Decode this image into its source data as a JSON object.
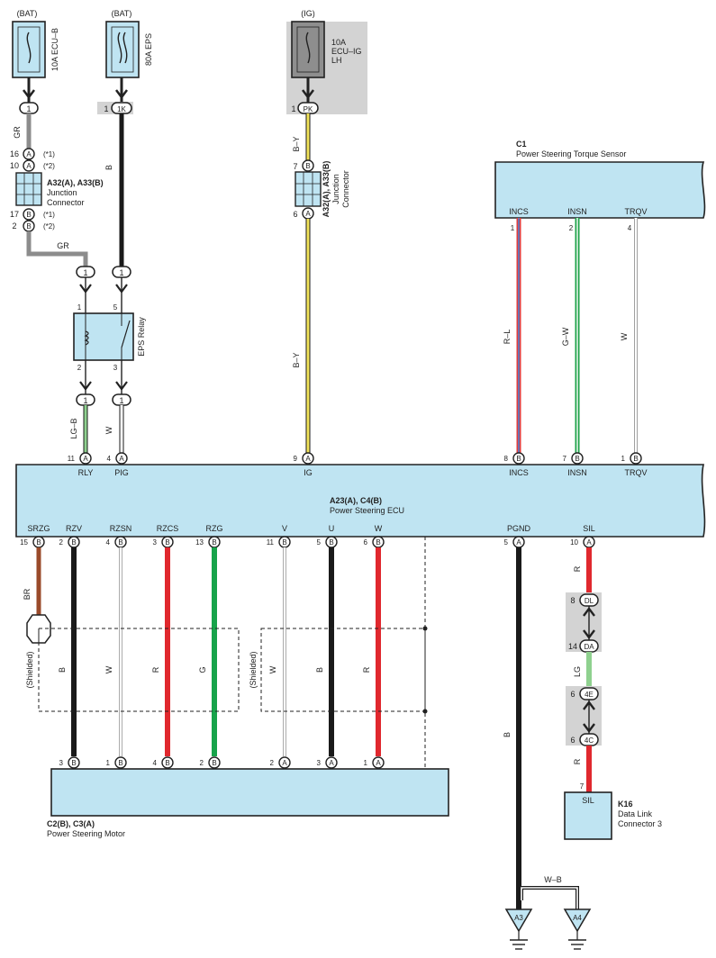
{
  "colors": {
    "box_fill": "#bfe4f2",
    "gray_bg": "#d3d3d3",
    "wire_gr": "#8c8c8c",
    "wire_b": "#1a1a1a",
    "wire_by": "#f2e35a",
    "wire_rl_red": "#e23c3c",
    "wire_rl_blue": "#4c7fd0",
    "wire_gw": "#1fa34a",
    "wire_r": "#e0282e",
    "wire_g": "#17a34a",
    "wire_br": "#9a4a2a",
    "wire_lg": "#8fd18f"
  },
  "sources": {
    "bat1": "(BAT)",
    "bat2": "(BAT)",
    "ig": "(IG)"
  },
  "fuses": {
    "f1": "10A ECU–B",
    "f2": "80A EPS",
    "f3_l1": "10A",
    "f3_l2": "ECU–IG",
    "f3_l3": "LH"
  },
  "pins": {
    "p1": "1",
    "p2": "1",
    "p2b": "1K",
    "p3": "1",
    "p3b": "PK",
    "j1_16": "16",
    "j1_16c": "A",
    "j1_16n": "(*1)",
    "j1_10": "10",
    "j1_10c": "A",
    "j1_10n": "(*2)",
    "j1_17": "17",
    "j1_17c": "B",
    "j1_17n": "(*1)",
    "j1_2": "2",
    "j1_2c": "B",
    "j1_2n": "(*2)",
    "j2_7": "7",
    "j2_7c": "B",
    "j2_6": "6",
    "j2_6c": "A",
    "r_c1": "1",
    "r_c2": "1",
    "r_c3": "1",
    "r_c4": "1",
    "r_1": "1",
    "r_5": "5",
    "r_2": "2",
    "r_3": "3",
    "c1_1": "1",
    "c1_2": "2",
    "c1_4": "4"
  },
  "junction": {
    "name": "A32(A), A33(B)",
    "sub1": "Junction",
    "sub2": "Connector"
  },
  "wires": {
    "gr1": "GR",
    "gr2": "GR",
    "b1": "B",
    "by1": "B–Y",
    "by2": "B–Y",
    "lgb": "LG–B",
    "w1": "W",
    "rl": "R–L",
    "gw": "G–W",
    "w2": "W",
    "br": "BR",
    "b_rzv": "B",
    "w_rzsn": "W",
    "r_rzcs": "R",
    "g_rzg": "G",
    "w_v": "W",
    "b_u": "B",
    "r_w": "R",
    "b_pgnd": "B",
    "r_sil1": "R",
    "lg": "LG",
    "r_sil2": "R",
    "wb": "W–B",
    "shielded1": "(Shielded)",
    "shielded2": "(Shielded)"
  },
  "relay": {
    "name": "EPS Relay"
  },
  "sensor": {
    "code": "C1",
    "name": "Power Steering Torque Sensor",
    "t1": "INCS",
    "t2": "INSN",
    "t3": "TRQV"
  },
  "ecu": {
    "code": "A23(A), C4(B)",
    "name": "Power Steering ECU",
    "top_pins": [
      {
        "num": "11",
        "conn": "A",
        "term": "RLY"
      },
      {
        "num": "4",
        "conn": "A",
        "term": "PIG"
      },
      {
        "num": "9",
        "conn": "A",
        "term": "IG"
      },
      {
        "num": "8",
        "conn": "B",
        "term": "INCS"
      },
      {
        "num": "7",
        "conn": "B",
        "term": "INSN"
      },
      {
        "num": "1",
        "conn": "B",
        "term": "TRQV"
      }
    ],
    "bottom_pins": [
      {
        "num": "15",
        "conn": "B",
        "term": "SRZG"
      },
      {
        "num": "2",
        "conn": "B",
        "term": "RZV"
      },
      {
        "num": "4",
        "conn": "B",
        "term": "RZSN"
      },
      {
        "num": "3",
        "conn": "B",
        "term": "RZCS"
      },
      {
        "num": "13",
        "conn": "B",
        "term": "RZG"
      },
      {
        "num": "11",
        "conn": "B",
        "term": "V"
      },
      {
        "num": "5",
        "conn": "B",
        "term": "U"
      },
      {
        "num": "6",
        "conn": "B",
        "term": "W"
      },
      {
        "num": "5",
        "conn": "A",
        "term": "PGND"
      },
      {
        "num": "10",
        "conn": "A",
        "term": "SIL"
      }
    ]
  },
  "motor": {
    "code": "C2(B), C3(A)",
    "name": "Power Steering Motor",
    "pins": [
      {
        "num": "3",
        "conn": "B",
        "term": "RZV"
      },
      {
        "num": "1",
        "conn": "B",
        "term": "RZSN"
      },
      {
        "num": "4",
        "conn": "B",
        "term": "RZCS"
      },
      {
        "num": "2",
        "conn": "B",
        "term": "RZG"
      },
      {
        "num": "2",
        "conn": "A",
        "term": "V"
      },
      {
        "num": "3",
        "conn": "A",
        "term": "U"
      },
      {
        "num": "1",
        "conn": "A",
        "term": "W"
      }
    ]
  },
  "dlc": {
    "code": "K16",
    "name1": "Data Link",
    "name2": "Connector 3",
    "term": "SIL",
    "pin": "7",
    "j1_num": "8",
    "j1_code": "DL",
    "j2_num": "14",
    "j2_code": "DA",
    "j3_num": "6",
    "j3_code": "4E",
    "j4_num": "6",
    "j4_code": "4C"
  },
  "grounds": {
    "g1": "A3",
    "g2": "A4"
  }
}
